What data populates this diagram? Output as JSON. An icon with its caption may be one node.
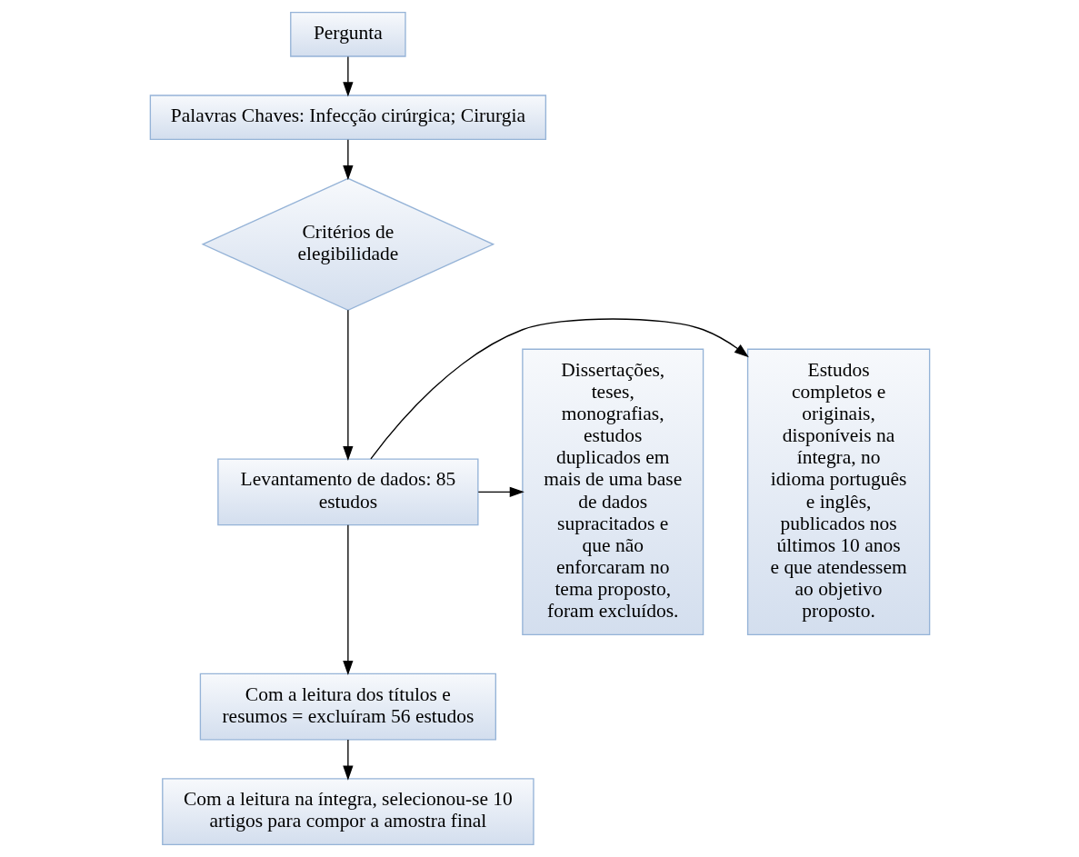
{
  "diagram": {
    "nodes": [
      {
        "text": [
          "Pergunta"
        ]
      },
      {
        "text": [
          "Palavras Chaves: Infecção cirúrgica; Cirurgia"
        ]
      },
      {
        "text": [
          "Critérios de elegibilidade"
        ]
      },
      {
        "text": [
          "Estudos completos e originais, disponíveis na íntegra, no idioma português e inglês, publicados nos últimos 10 anos e que atendessem ao objetivo proposto."
        ]
      },
      {
        "text": [
          "Dissertações, teses, monografias, estudos duplicados em mais de uma base de dados supracitados e que não enforcaram no tema proposto, foram excluídos."
        ]
      },
      {
        "text": [
          "Levantamento de dados: 85 estudos"
        ]
      },
      {
        "text": [
          "Com a leitura dos títulos e resumos = excluíram 56 estudos"
        ]
      },
      {
        "text": [
          "Com a leitura na íntegra, selecionou-se 10 artigos para compor a amostra final"
        ]
      }
    ],
    "edges": [
      {
        "from": 0,
        "to": 1,
        "arrow": "to"
      },
      {
        "from": 1,
        "to": 2,
        "arrow": "to"
      },
      {
        "from": 2,
        "to": 5,
        "arrow": "to"
      },
      {
        "from": 5,
        "to": 3,
        "arrow": "to"
      },
      {
        "from": 5,
        "to": 4,
        "arrow": "to"
      },
      {
        "from": 5,
        "to": 6,
        "arrow": "to"
      },
      {
        "from": 6,
        "to": 7,
        "arrow": "to"
      }
    ]
  }
}
